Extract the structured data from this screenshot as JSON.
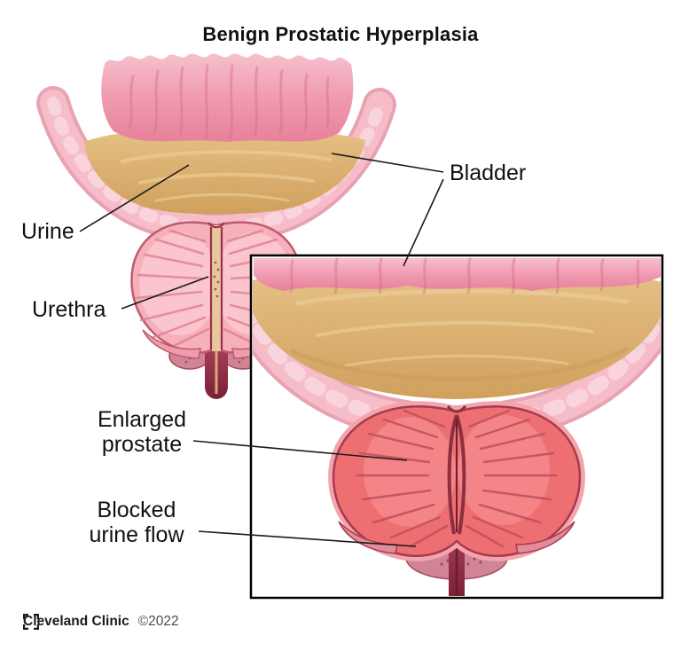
{
  "title": "Benign Prostatic Hyperplasia",
  "labels": {
    "urine": "Urine",
    "urethra": "Urethra",
    "bladder": "Bladder",
    "enlarged_prostate": "Enlarged\nprostate",
    "blocked_urine_flow": "Blocked\nurine flow"
  },
  "footer": {
    "brand": "Cleveland Clinic",
    "copyright": "©2022"
  },
  "colors": {
    "muscle_pink": "#ef9fb2",
    "bladder_wall_pink": "#f6bdc9",
    "urine_tan": "#ddb06c",
    "prostate_pink": "#f5b0ba",
    "enlarged_prostate_red": "#ee6f72",
    "deep_red": "#8c2f3f",
    "speckle_pink": "#d28497",
    "line_black": "#1a1a1a"
  }
}
